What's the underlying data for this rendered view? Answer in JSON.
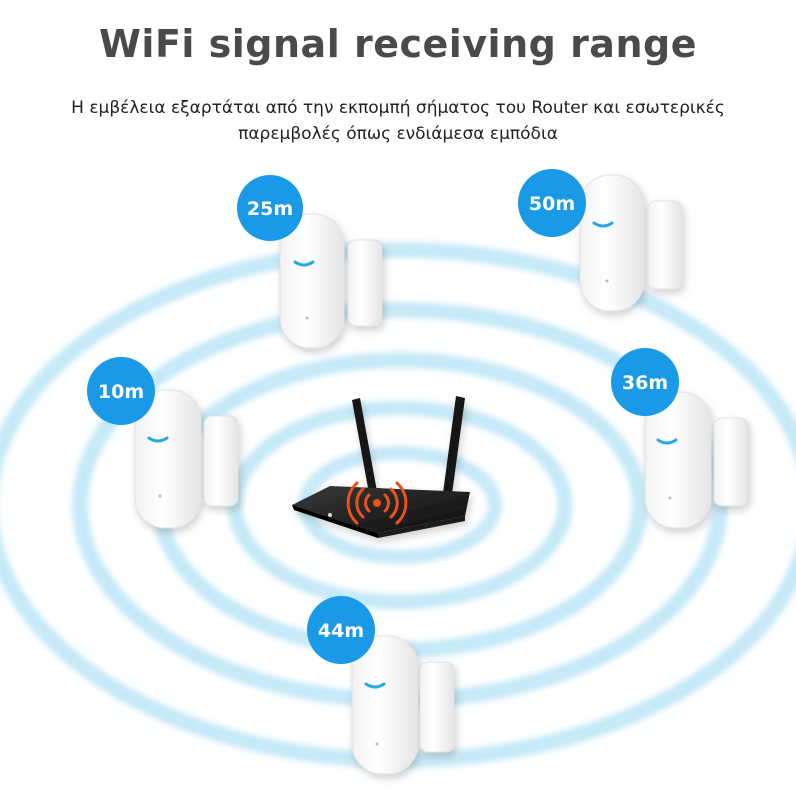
{
  "header": {
    "title": "WiFi signal receiving range",
    "subtitle_line1": "Η εμβέλεια εξαρτάται από την εκπομπή σήματος του Router και εσωτερικές",
    "subtitle_line2": "παρεμβολές όπως ενδιάμεσα εμπόδια"
  },
  "sensors": {
    "s25": "25m",
    "s50": "50m",
    "s10": "10m",
    "s36": "36m",
    "s44": "44m"
  },
  "colors": {
    "badge": "#1a9ae6",
    "ring": "#bfe6f7",
    "router_signal": "#e8521c"
  },
  "icons": {
    "router": "wifi-router-icon",
    "signal": "signal-waves-icon",
    "sensor": "door-sensor-icon"
  }
}
